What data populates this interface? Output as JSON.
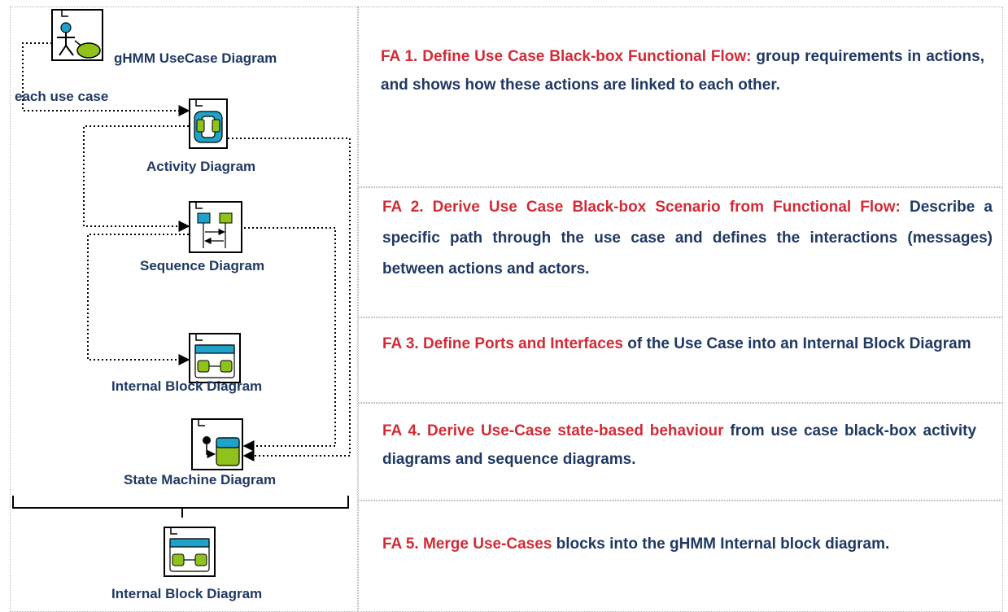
{
  "diagram": {
    "labels": {
      "usecase": "gHMM UseCase Diagram",
      "each_use_case": "each use case",
      "activity": "Activity Diagram",
      "sequence": "Sequence Diagram",
      "ibd": "Internal Block Diagram",
      "state_machine": "State Machine Diagram",
      "ibd_final": "Internal Block Diagram"
    },
    "icons": [
      "usecase-icon",
      "activity-icon",
      "sequence-icon",
      "internal-block-icon",
      "state-machine-icon"
    ],
    "colors": {
      "text": "#1f3864",
      "accent": "#d22b36",
      "icon_fill": "#1fa2c8",
      "icon_green": "#8fc21a"
    }
  },
  "steps": [
    {
      "id": "fa1",
      "title": "FA 1. Define Use Case Black-box Functional Flow:",
      "body": " group requirements in actions, and shows how these actions are linked to each other."
    },
    {
      "id": "fa2",
      "title": "FA 2. Derive Use Case Black-box Scenario from Functional Flow:",
      "body": " Describe a specific path through the use case and defines the interactions (messages) between actions and actors."
    },
    {
      "id": "fa3",
      "title": "FA 3. Define Ports and Interfaces",
      "body": " of the Use Case into an Internal Block Diagram"
    },
    {
      "id": "fa4",
      "title": "FA 4. Derive Use-Case state-based behaviour",
      "body": " from use case black-box activity diagrams and sequence diagrams."
    },
    {
      "id": "fa5",
      "title": "FA 5. Merge Use-Cases",
      "body": " blocks into the gHMM Internal block diagram."
    }
  ]
}
